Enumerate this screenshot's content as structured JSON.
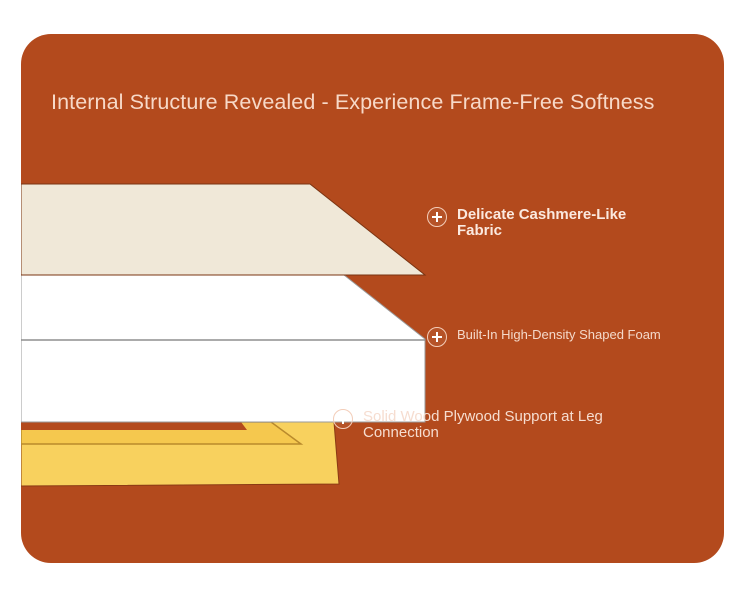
{
  "title": "Internal Structure Revealed - Experience Frame-Free Softness",
  "colors": {
    "background": "#b34a1d",
    "fabric_layer": "#f0e8d8",
    "foam_layer": "#ffffff",
    "plywood_layer": "#f8d15e"
  },
  "callouts": [
    {
      "icon": "plus-circle-icon",
      "label": "Delicate Cashmere-Like Fabric"
    },
    {
      "icon": "plus-circle-icon",
      "label": "Built-In High-Density Shaped Foam"
    },
    {
      "icon": "plus-circle-icon",
      "label": "Solid Wood Plywood Support at Leg Connection"
    }
  ]
}
